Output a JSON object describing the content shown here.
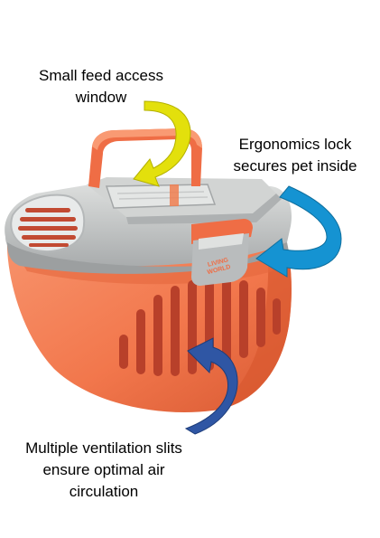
{
  "callouts": {
    "feed_window": {
      "lines": [
        "Small feed access",
        "window"
      ],
      "arrow_color": "#e3e00c"
    },
    "lock": {
      "lines": [
        "Ergonomics lock",
        "secures pet inside"
      ],
      "arrow_color": "#1593d2"
    },
    "ventilation": {
      "lines": [
        "Multiple ventilation slits",
        "ensure optimal air",
        "circulation"
      ],
      "arrow_color": "#2f56a4"
    }
  },
  "product": {
    "brand_lines": [
      "LIVING",
      "WORLD"
    ],
    "colors": {
      "body": "#f2774c",
      "body_shadow": "#d95a33",
      "lid": "#c9cccb",
      "lid_dark": "#9c9fa0",
      "vent_slot": "#b8402a"
    }
  }
}
